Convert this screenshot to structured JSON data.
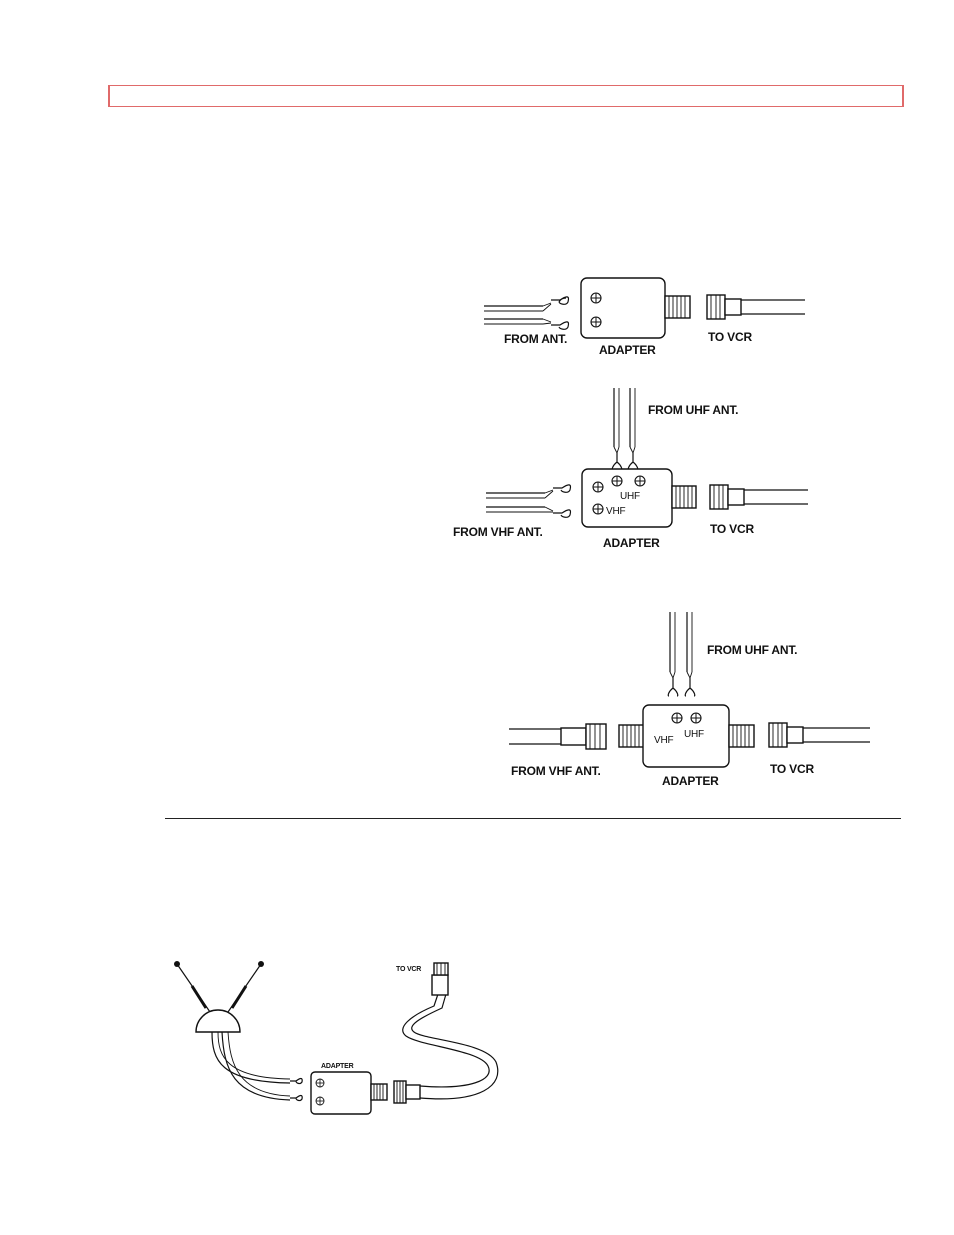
{
  "figure1": {
    "from_label": "FROM ANT.",
    "adapter_label": "ADAPTER",
    "to_label": "TO VCR"
  },
  "figure2": {
    "from_uhf_label": "FROM UHF ANT.",
    "from_vhf_label": "FROM VHF ANT.",
    "adapter_label": "ADAPTER",
    "to_label": "TO VCR",
    "uhf_port": "UHF",
    "vhf_port": "VHF"
  },
  "figure3": {
    "from_uhf_label": "FROM UHF ANT.",
    "from_vhf_label": "FROM VHF ANT.",
    "adapter_label": "ADAPTER",
    "to_label": "TO VCR",
    "uhf_port": "UHF",
    "vhf_port": "VHF"
  },
  "figure4": {
    "adapter_label": "ADAPTER",
    "to_label": "TO VCR"
  }
}
